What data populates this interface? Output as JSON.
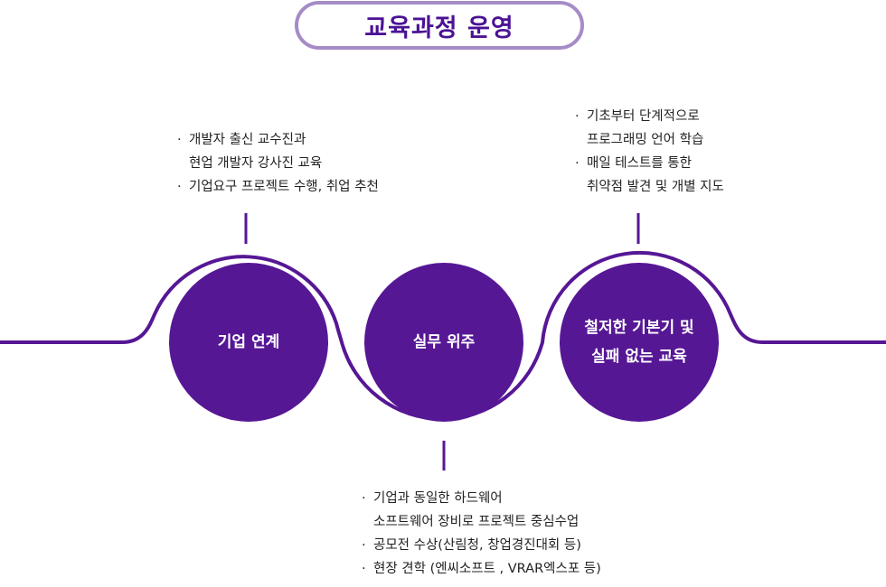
{
  "title": "교육과정 운영",
  "colors": {
    "primary": "#561795",
    "pill_border": "#a58cc6",
    "title_text": "#4b1294"
  },
  "circles": [
    {
      "lines": [
        "기업 연계"
      ]
    },
    {
      "lines": [
        "실무 위주"
      ]
    },
    {
      "lines": [
        "철저한 기본기 및",
        "실패 없는 교육"
      ]
    }
  ],
  "notes": {
    "enterprise": [
      {
        "bullet": true,
        "text": "개발자 출신 교수진과"
      },
      {
        "bullet": false,
        "text": "현업 개발자 강사진 교육"
      },
      {
        "bullet": true,
        "text": "기업요구 프로젝트 수행, 취업 추천"
      }
    ],
    "practical": [
      {
        "bullet": true,
        "text": "기업과 동일한 하드웨어"
      },
      {
        "bullet": false,
        "text": "소프트웨어 장비로 프로젝트 중심수업"
      },
      {
        "bullet": true,
        "text": "공모전 수상(산림청, 창업경진대회 등)"
      },
      {
        "bullet": true,
        "text": "현장 견학 (엔씨소프트 , VRAR엑스포 등)"
      }
    ],
    "basics": [
      {
        "bullet": true,
        "text": "기초부터 단계적으로"
      },
      {
        "bullet": false,
        "text": "프로그래밍 언어 학습"
      },
      {
        "bullet": true,
        "text": "매일 테스트를 통한"
      },
      {
        "bullet": false,
        "text": "취약점 발견 및 개별 지도"
      }
    ]
  }
}
